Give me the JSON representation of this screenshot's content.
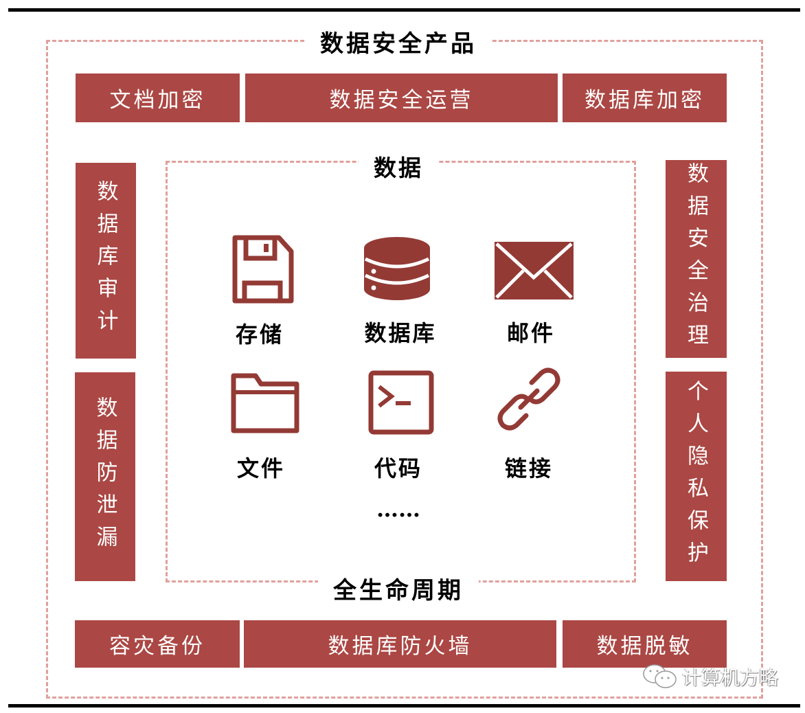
{
  "title": "数据安全产品",
  "top_row": [
    "文档加密",
    "数据安全运营",
    "数据库加密"
  ],
  "bottom_row": [
    "容灾备份",
    "数据库防火墙",
    "数据脱敏"
  ],
  "left_column": [
    "数据库审计",
    "数据防泄漏"
  ],
  "right_column": [
    "数据安全治理",
    "个人隐私保护"
  ],
  "inner": {
    "title": "数据",
    "footer": "全生命周期",
    "items": [
      {
        "label": "存储",
        "icon": "floppy-disk-icon"
      },
      {
        "label": "数据库",
        "icon": "database-icon"
      },
      {
        "label": "邮件",
        "icon": "envelope-icon"
      },
      {
        "label": "文件",
        "icon": "folder-icon"
      },
      {
        "label": "代码",
        "icon": "terminal-icon"
      },
      {
        "label": "链接",
        "icon": "link-icon"
      }
    ],
    "ellipsis": "……"
  },
  "watermark": "计算机方略",
  "colors": {
    "box": "#ab4744",
    "icon": "#933a35",
    "dash": "#e0a09c"
  }
}
